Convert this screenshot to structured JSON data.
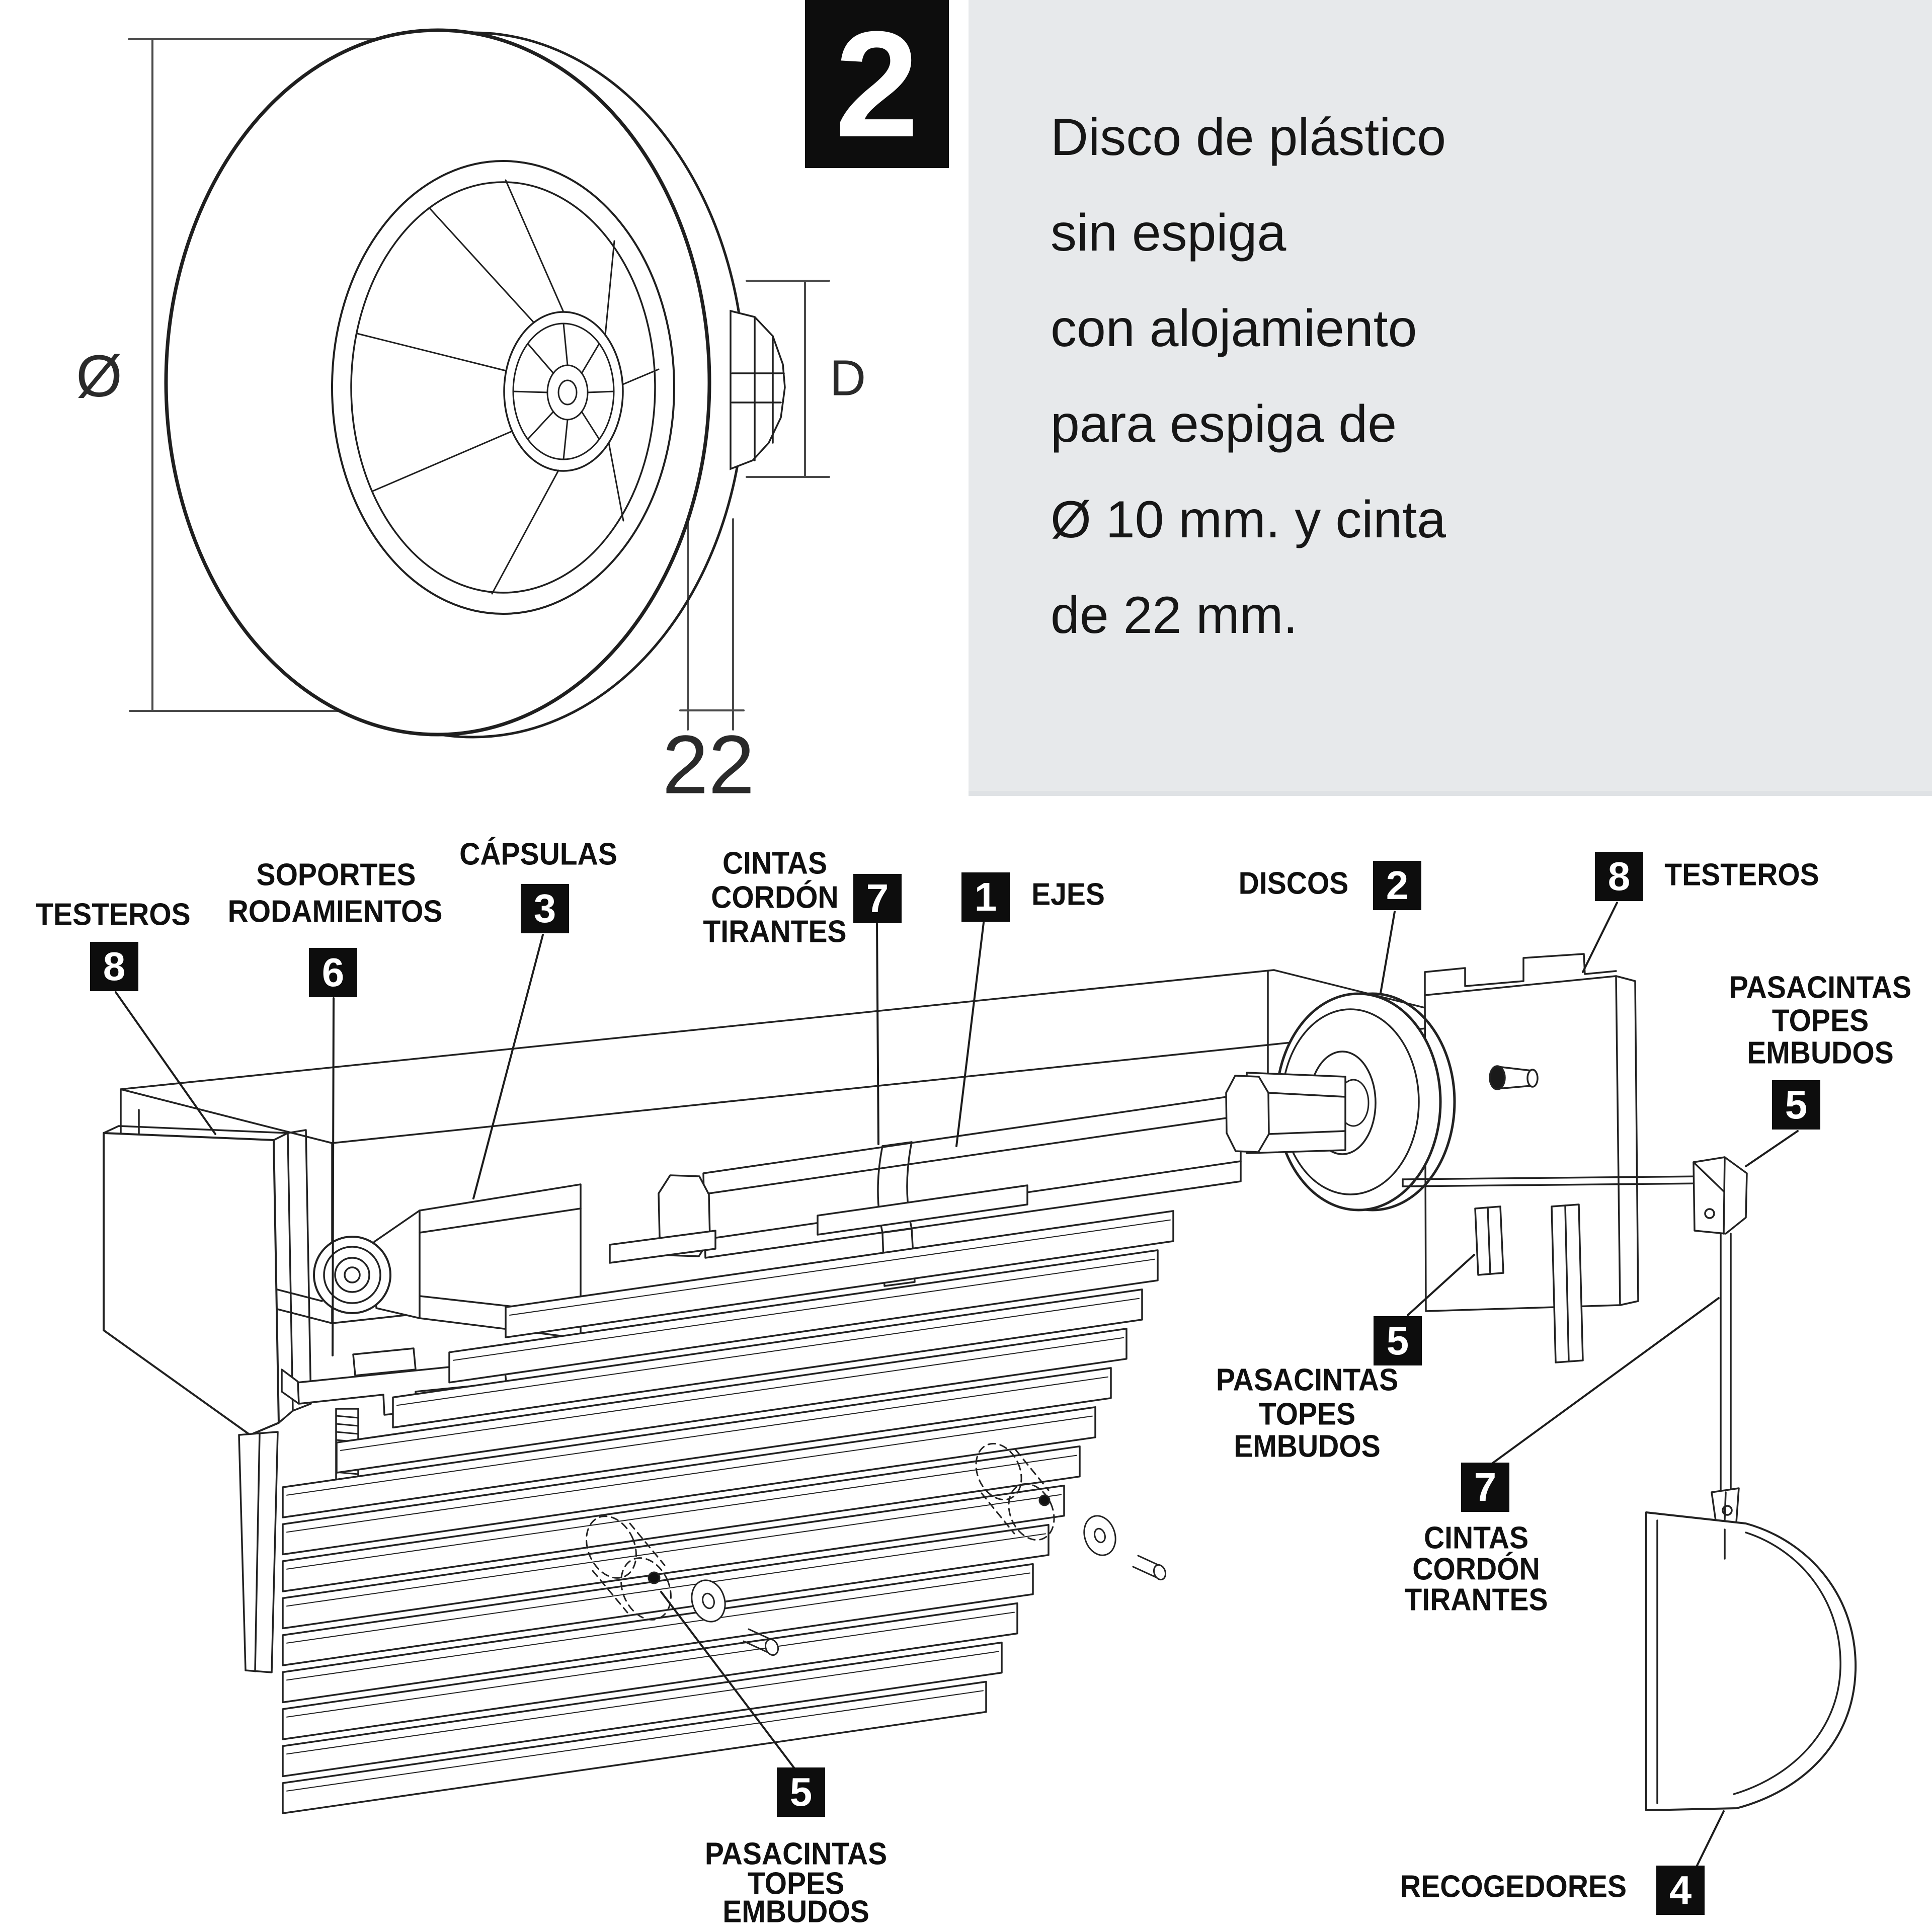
{
  "step": {
    "number": "2",
    "description_lines": [
      "Disco de plástico",
      "sin espiga",
      "con alojamiento",
      "para espiga de",
      "Ø 10 mm. y cinta",
      "de 22 mm."
    ]
  },
  "dimensions": {
    "diameter_symbol": "Ø",
    "spigot_letter": "D",
    "rim_width": "22"
  },
  "labels": {
    "testeros_left": {
      "lines": [
        "TESTEROS"
      ],
      "number": "8"
    },
    "soportes": {
      "lines": [
        "SOPORTES",
        "RODAMIENTOS"
      ],
      "number": "6"
    },
    "capsulas": {
      "lines": [
        "CÁPSULAS"
      ],
      "number": "3"
    },
    "cintas_top": {
      "lines": [
        "CINTAS",
        "CORDÓN",
        "TIRANTES"
      ],
      "number": "7"
    },
    "ejes": {
      "lines": [
        "EJES"
      ],
      "number": "1"
    },
    "discos": {
      "lines": [
        "DISCOS"
      ],
      "number": "2"
    },
    "testeros_right": {
      "lines": [
        "TESTEROS"
      ],
      "number": "8"
    },
    "pasacintas_right": {
      "lines": [
        "PASACINTAS",
        "TOPES",
        "EMBUDOS"
      ],
      "number": "5"
    },
    "pasacintas_mid": {
      "lines": [
        "PASACINTAS",
        "TOPES",
        "EMBUDOS"
      ],
      "number": "5"
    },
    "cintas_lower": {
      "lines": [
        "CINTAS",
        "CORDÓN",
        "TIRANTES"
      ],
      "number": "7"
    },
    "pasacintas_bottom": {
      "lines": [
        "PASACINTAS",
        "TOPES",
        "EMBUDOS"
      ],
      "number": "5"
    },
    "recogedores": {
      "lines": [
        "RECOGEDORES"
      ],
      "number": "4"
    }
  },
  "colors": {
    "badge_bg": "#0d0d0d",
    "badge_text": "#ffffff",
    "panel_bg": "#e7e9eb",
    "line": "#1f1f1f"
  }
}
